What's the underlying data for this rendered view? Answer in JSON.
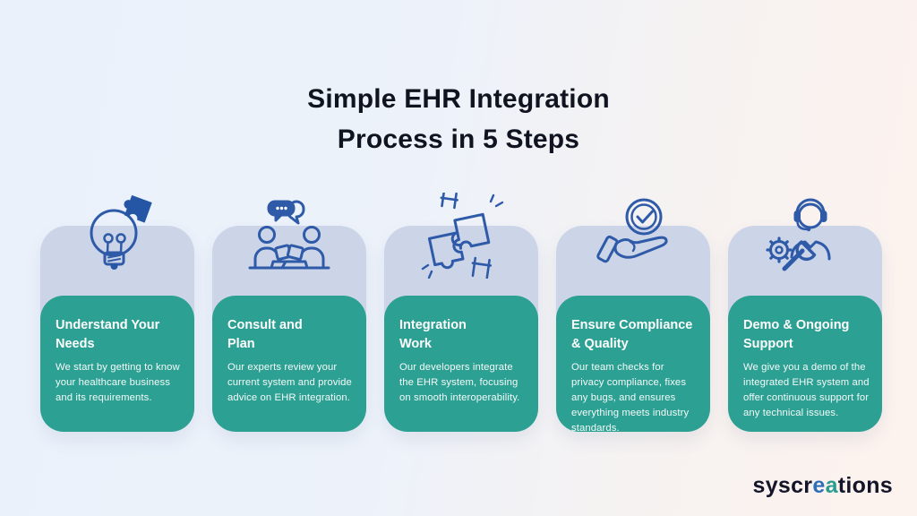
{
  "page": {
    "title_line1": "Simple EHR Integration",
    "title_line2": "Process in 5 Steps"
  },
  "steps": [
    {
      "icon": "lightbulb-puzzle-icon",
      "title_line1": "Understand Your",
      "title_line2": "Needs",
      "description": "We start by getting to know your healthcare business and its requirements."
    },
    {
      "icon": "consultation-chat-icon",
      "title_line1": "Consult and",
      "title_line2": "Plan",
      "description": "Our experts review your current system and provide advice on EHR integration."
    },
    {
      "icon": "puzzle-hands-icon",
      "title_line1": "Integration",
      "title_line2": "Work",
      "description": "Our developers integrate the EHR system, focusing on smooth interoperability."
    },
    {
      "icon": "hand-check-icon",
      "title_line1": "Ensure Compliance",
      "title_line2": "& Quality",
      "description": "Our team checks for privacy compliance, fixes any bugs, and ensures everything meets industry standards."
    },
    {
      "icon": "support-agent-icon",
      "title_line1": "Demo & Ongoing",
      "title_line2": "Support",
      "description": "We give you a demo of the integrated EHR system and offer continuous support for any technical issues."
    }
  ],
  "logo": {
    "part1": "syscr",
    "part_e": "e",
    "part_a": "a",
    "part2": "tions"
  },
  "colors": {
    "teal_card": "#2ca092",
    "lavender_card": "#ccd5e8",
    "icon_blue": "#2e5aa8",
    "icon_fill_blue": "#2456a5",
    "title_text": "#0f1420",
    "bg_left": "#eaf1fb",
    "bg_right": "#fdf3ee",
    "logo_dark": "#15152a",
    "logo_blue": "#2f6db8",
    "logo_teal": "#2a9d8f"
  }
}
